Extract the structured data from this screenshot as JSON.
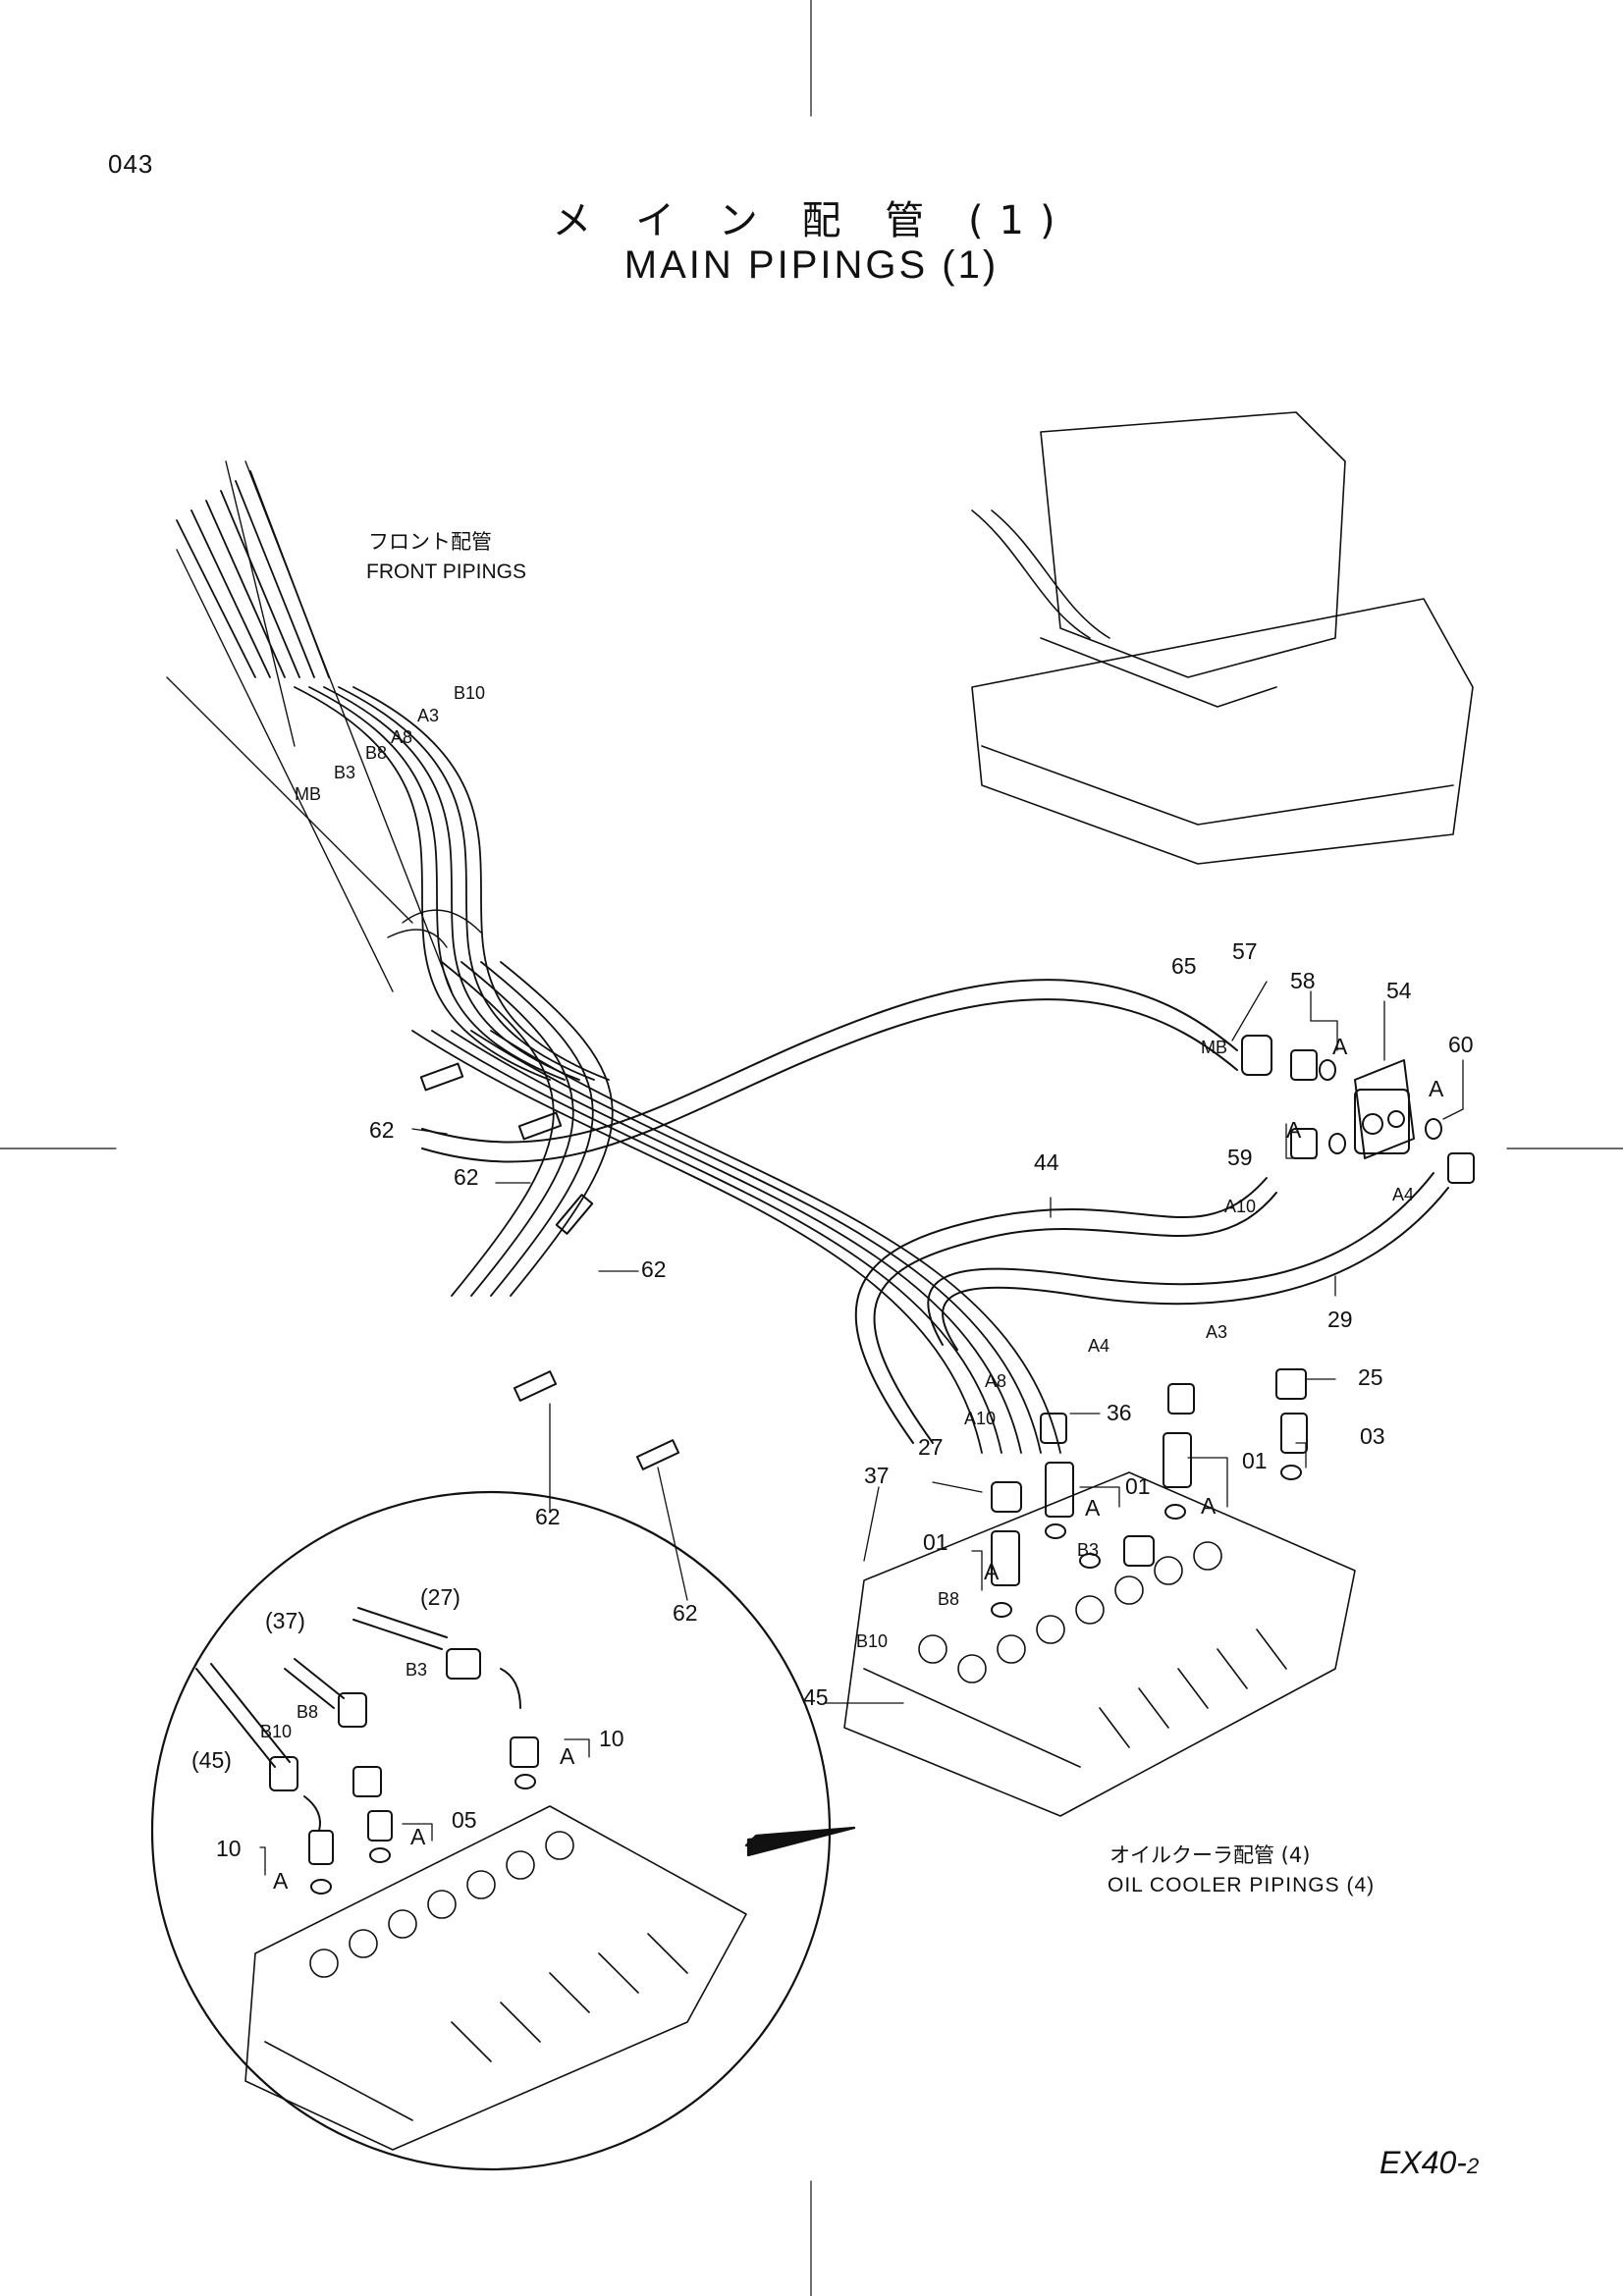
{
  "page_number": "043",
  "title_jp": "メ イ ン 配 管 (1)",
  "title_en": "MAIN PIPINGS (1)",
  "model": {
    "base": "EX40-",
    "suffix": "2"
  },
  "sections": {
    "front_jp": "フロント配管",
    "front_en": "FRONT PIPINGS",
    "cooler_jp": "オイルクーラ配管 (4)",
    "cooler_en": "OIL COOLER PIPINGS (4)"
  },
  "part_numbers": [
    "57",
    "65",
    "58",
    "54",
    "60",
    "59",
    "44",
    "29",
    "25",
    "03",
    "01",
    "01",
    "01",
    "36",
    "27",
    "37",
    "62",
    "62",
    "62",
    "62",
    "62",
    "45",
    "10",
    "10",
    "05"
  ],
  "port_labels": [
    "MB",
    "B3",
    "B8",
    "A8",
    "A3",
    "B10",
    "MB",
    "A",
    "A",
    "A",
    "A10",
    "A4",
    "A4",
    "A3",
    "A8",
    "A10",
    "A",
    "A",
    "A",
    "B3",
    "B8",
    "B10"
  ],
  "detail_refs": [
    "(37)",
    "(27)",
    "(45)",
    "B3",
    "B8",
    "B10",
    "A",
    "A",
    "A"
  ],
  "colors": {
    "ink": "#111111",
    "paper": "#ffffff"
  }
}
